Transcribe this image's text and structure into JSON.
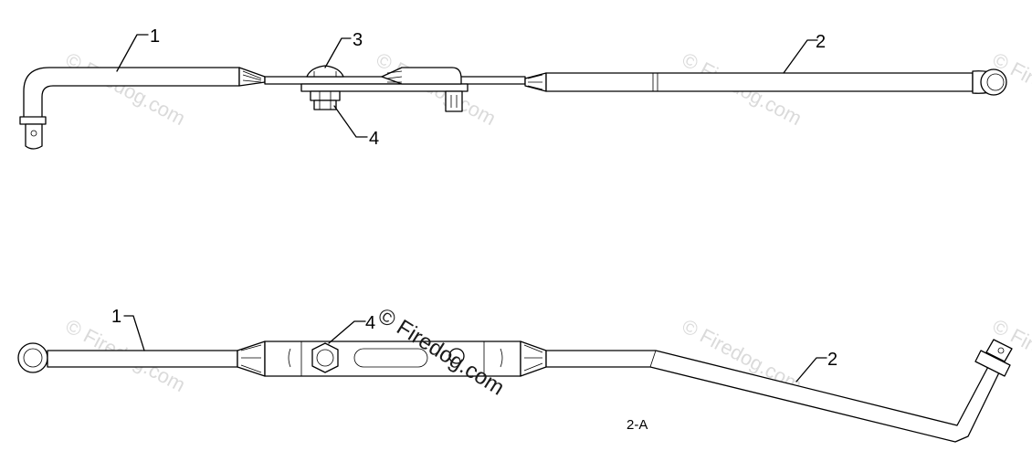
{
  "diagram": {
    "figure_label": "2-A",
    "watermark": "© Firedog.com",
    "views": [
      {
        "name": "top-view",
        "callouts": [
          "1",
          "2",
          "3",
          "4"
        ]
      },
      {
        "name": "bottom-view",
        "callouts": [
          "1",
          "4",
          "2"
        ]
      }
    ]
  }
}
